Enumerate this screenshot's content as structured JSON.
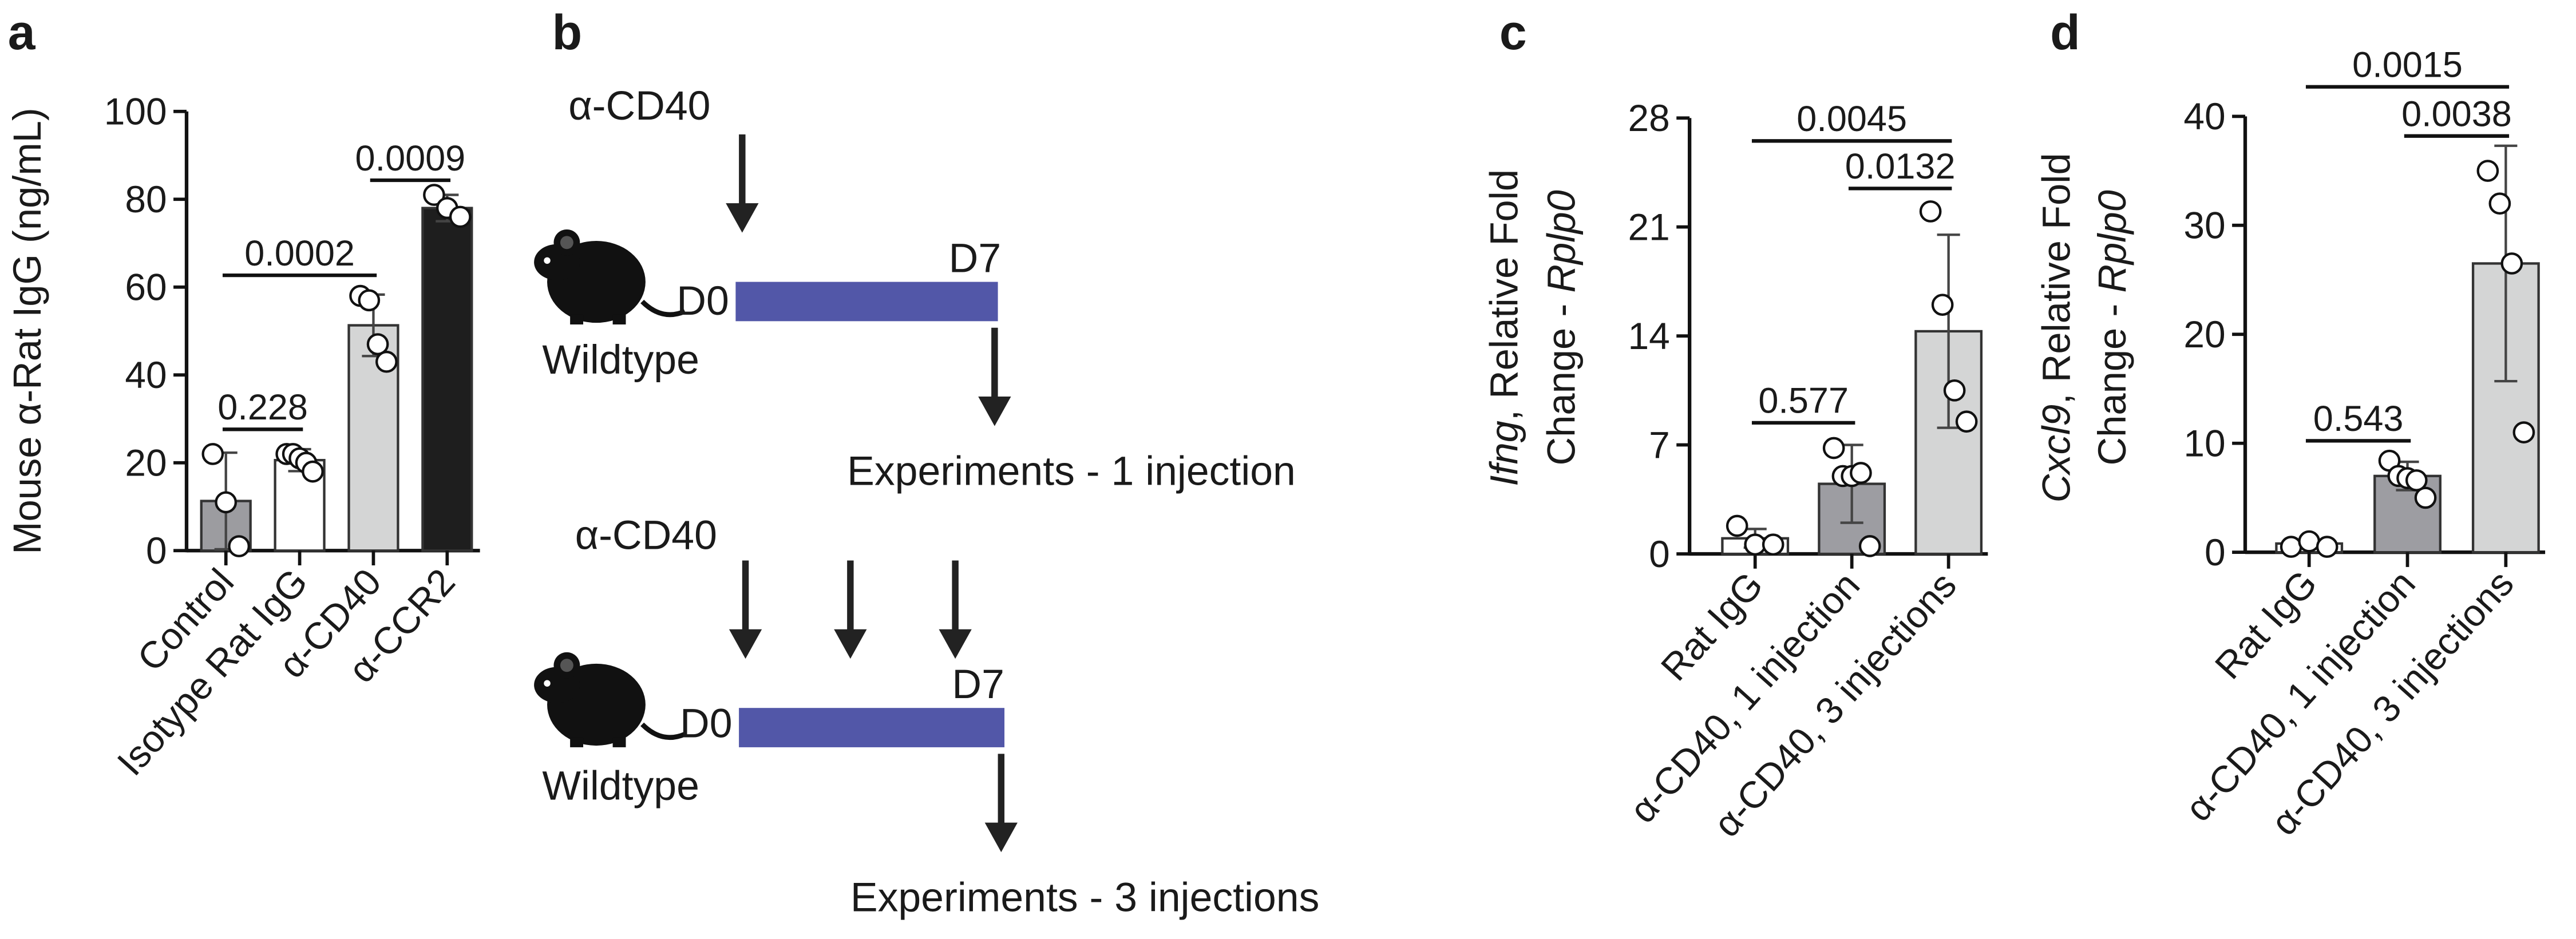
{
  "panels": {
    "a": "a",
    "b": "b",
    "c": "c",
    "d": "d"
  },
  "diagram": {
    "top": {
      "treatment": "α-CD40",
      "day_start": "D0",
      "day_end": "D7",
      "strain": "Wildtype",
      "readout": "Experiments - 1 injection",
      "injections": 1
    },
    "bottom": {
      "treatment": "α-CD40",
      "day_start": "D0",
      "day_end": "D7",
      "strain": "Wildtype",
      "readout": "Experiments - 3 injections",
      "injections": 3
    },
    "timeline_color": "#5257a8",
    "icons": [
      "mouse-icon",
      "arrow-down-icon"
    ]
  },
  "chart_data": [
    {
      "panel": "a",
      "type": "bar",
      "categories": [
        "Control",
        "Isotype Rat IgG",
        "α-CD40",
        "α-CCR2"
      ],
      "values": [
        11.3,
        20.6,
        51.3,
        78
      ],
      "sd": [
        11,
        2.5,
        7,
        3
      ],
      "points": [
        [
          22,
          11,
          1
        ],
        [
          22,
          22,
          21,
          20,
          18
        ],
        [
          58,
          57,
          47,
          43
        ],
        [
          81,
          78,
          76
        ]
      ],
      "colors": [
        "#9c9ca0",
        "#ffffff",
        "#d4d5d5",
        "#1e1e1e"
      ],
      "ylabel": "Mouse α-Rat IgG (ng/mL)",
      "italic_terms": [],
      "ylim": [
        0,
        100
      ],
      "yticks": [
        0,
        20,
        40,
        60,
        80,
        100
      ],
      "comparisons": [
        {
          "from": 0,
          "to": 1,
          "p": "0.228"
        },
        {
          "from": 0,
          "to": 2,
          "p": "0.0002"
        },
        {
          "from": 2,
          "to": 3,
          "p": "0.0009"
        }
      ]
    },
    {
      "panel": "c",
      "type": "bar",
      "categories": [
        "Rat IgG",
        "α-CD40, 1 injection",
        "α-CD40, 3 injections"
      ],
      "values": [
        1.0,
        4.5,
        14.3
      ],
      "sd": [
        0.6,
        2.5,
        6.2
      ],
      "points": [
        [
          1.8,
          0.6,
          0.6
        ],
        [
          6.8,
          5.0,
          5.0,
          5.2,
          0.5
        ],
        [
          22,
          16,
          10.5,
          8.5
        ]
      ],
      "colors": [
        "#ffffff",
        "#9d9da2",
        "#d4d5d5"
      ],
      "ylabel": [
        "Ifng, Relative Fold",
        "Change - Rplp0"
      ],
      "italic_terms": [
        "Ifng",
        "Rplp0"
      ],
      "ylim": [
        0,
        28
      ],
      "yticks": [
        0,
        7,
        14,
        21,
        28
      ],
      "comparisons": [
        {
          "from": 0,
          "to": 1,
          "p": "0.577"
        },
        {
          "from": 1,
          "to": 2,
          "p": "0.0132"
        },
        {
          "from": 0,
          "to": 2,
          "p": "0.0045"
        }
      ]
    },
    {
      "panel": "d",
      "type": "bar",
      "categories": [
        "Rat IgG",
        "α-CD40, 1 injection",
        "α-CD40, 3 injections"
      ],
      "values": [
        0.8,
        7.0,
        26.5
      ],
      "sd": [
        0.2,
        1.3,
        10.8
      ],
      "points": [
        [
          0.5,
          1.0,
          0.5
        ],
        [
          8.4,
          7.0,
          6.8,
          6.6,
          5.0
        ],
        [
          35,
          32,
          26.5,
          11
        ]
      ],
      "colors": [
        "#ffffff",
        "#9d9da2",
        "#d4d5d5"
      ],
      "ylabel": [
        "Cxcl9, Relative Fold",
        "Change - Rplp0"
      ],
      "italic_terms": [
        "Cxcl9",
        "Rplp0"
      ],
      "ylim": [
        0,
        40
      ],
      "yticks": [
        0,
        10,
        20,
        30,
        40
      ],
      "comparisons": [
        {
          "from": 0,
          "to": 1,
          "p": "0.543"
        },
        {
          "from": 1,
          "to": 2,
          "p": "0.0038"
        },
        {
          "from": 0,
          "to": 2,
          "p": "0.0015"
        }
      ]
    }
  ]
}
